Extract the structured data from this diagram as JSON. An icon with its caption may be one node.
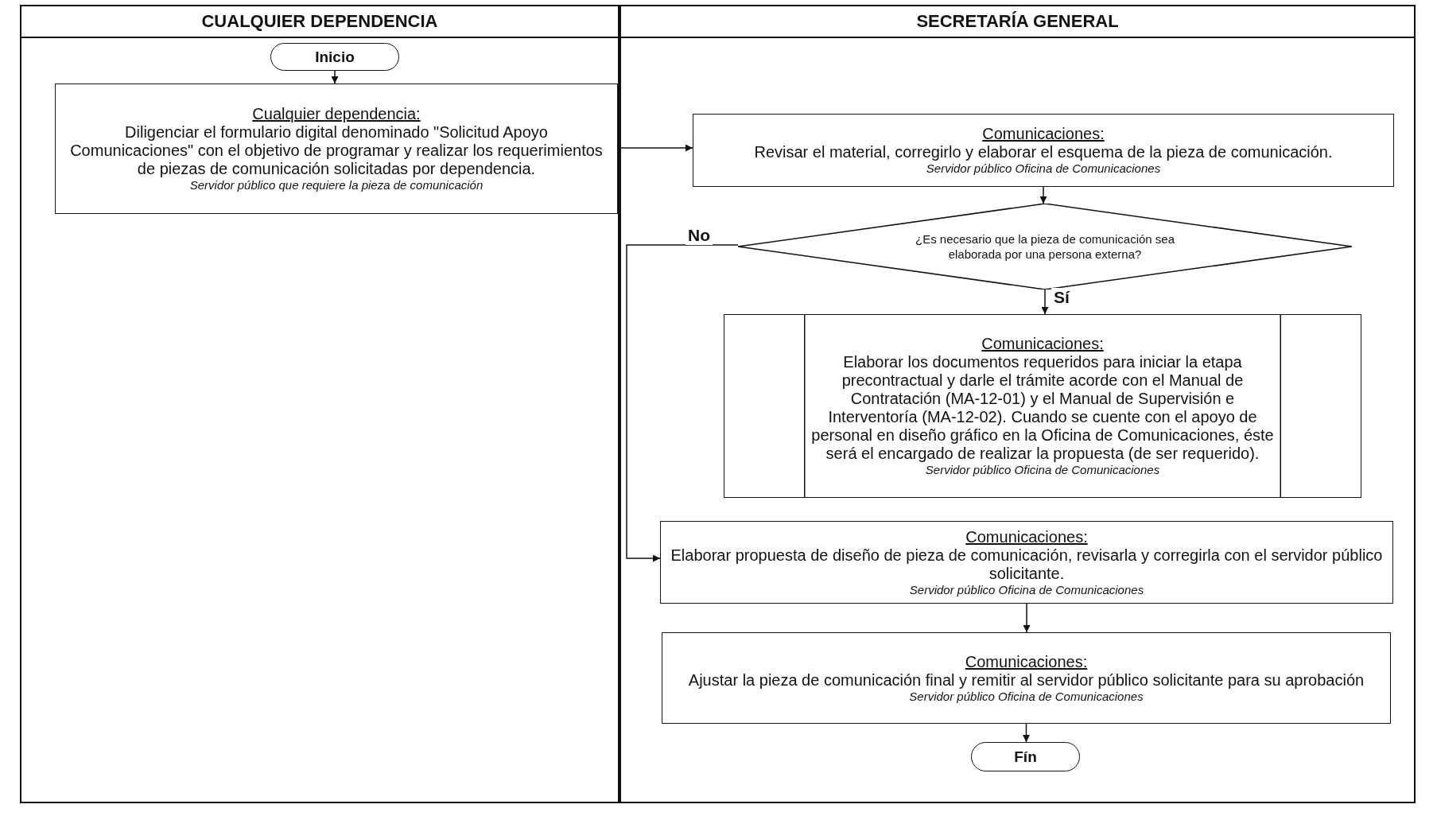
{
  "diagram": {
    "nodes": [
      {
        "text": [
          "CUALQUIER DEPENDENCIA"
        ]
      },
      {
        "text": [
          "SECRETARÍA GENERAL"
        ]
      },
      {
        "text": [
          "Inicio"
        ],
        "in": 0
      },
      {
        "text": [
          "Cualquier dependencia:",
          "Diligenciar el formulario digital denominado \"Solicitud Apoyo Comunicaciones\" con el objetivo de programar y realizar los requerimientos de piezas de comunicación solicitadas por dependencia.",
          "Servidor público que requiere la pieza de comunicación"
        ],
        "in": 0
      },
      {
        "text": [
          "Comunicaciones:",
          "Revisar el material, corregirlo y elaborar el esquema de la pieza de comunicación.",
          "Servidor público Oficina de Comunicaciones"
        ],
        "in": 1
      },
      {
        "text": [
          "¿Es necesario que la pieza de comunicación sea elaborada por una persona externa?"
        ],
        "in": 1
      },
      {
        "text": [
          "Comunicaciones:",
          "Elaborar los documentos requeridos para iniciar la etapa precontractual y darle el trámite acorde con el Manual de Contratación (MA-12-01) y el Manual de Supervisión e Interventoría (MA-12-02). Cuando se cuente con el apoyo de personal en diseño gráfico en la Oficina de Comunicaciones, éste será el encargado de realizar la propuesta (de ser requerido).",
          "Servidor público Oficina de Comunicaciones"
        ],
        "in": 1
      },
      {
        "text": [
          "Comunicaciones:",
          "Elaborar propuesta de diseño de pieza de comunicación, revisarla y corregirla con el servidor público solicitante.",
          "Servidor público Oficina de Comunicaciones"
        ],
        "in": 1
      },
      {
        "text": [
          "Comunicaciones:",
          "Ajustar la pieza de comunicación final y remitir al servidor público solicitante para su aprobación",
          "Servidor público Oficina de Comunicaciones"
        ],
        "in": 1
      },
      {
        "text": [
          "Fín"
        ],
        "in": 1
      }
    ],
    "edges": [
      {
        "from": 2,
        "to": 3,
        "arrow": "to"
      },
      {
        "from": 3,
        "to": 4,
        "arrow": "to"
      },
      {
        "from": 4,
        "to": 5,
        "arrow": "to"
      },
      {
        "from": 5,
        "to": 6,
        "arrow": "to",
        "label": "Sí"
      },
      {
        "from": 5,
        "to": 7,
        "arrow": "to",
        "label": "No"
      },
      {
        "from": 7,
        "to": 8,
        "arrow": "to"
      },
      {
        "from": 8,
        "to": 9,
        "arrow": "to"
      }
    ]
  }
}
